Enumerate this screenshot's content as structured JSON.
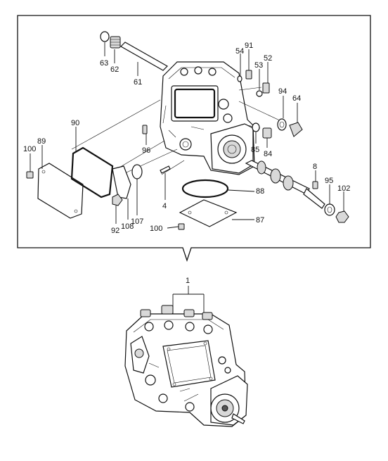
{
  "diagram": {
    "assembly_label": "1",
    "parts": [
      {
        "id": "p63",
        "label": "63"
      },
      {
        "id": "p62",
        "label": "62"
      },
      {
        "id": "p61",
        "label": "61"
      },
      {
        "id": "p54",
        "label": "54"
      },
      {
        "id": "p91",
        "label": "91"
      },
      {
        "id": "p53",
        "label": "53"
      },
      {
        "id": "p52",
        "label": "52"
      },
      {
        "id": "p94",
        "label": "94"
      },
      {
        "id": "p64",
        "label": "64"
      },
      {
        "id": "p90",
        "label": "90"
      },
      {
        "id": "p89",
        "label": "89"
      },
      {
        "id": "p100a",
        "label": "100"
      },
      {
        "id": "p96",
        "label": "96"
      },
      {
        "id": "p85",
        "label": "85"
      },
      {
        "id": "p84",
        "label": "84"
      },
      {
        "id": "p8",
        "label": "8"
      },
      {
        "id": "p95",
        "label": "95"
      },
      {
        "id": "p102",
        "label": "102"
      },
      {
        "id": "p88",
        "label": "88"
      },
      {
        "id": "p4",
        "label": "4"
      },
      {
        "id": "p92",
        "label": "92"
      },
      {
        "id": "p108",
        "label": "108"
      },
      {
        "id": "p107",
        "label": "107"
      },
      {
        "id": "p100b",
        "label": "100"
      },
      {
        "id": "p87",
        "label": "87"
      }
    ]
  }
}
